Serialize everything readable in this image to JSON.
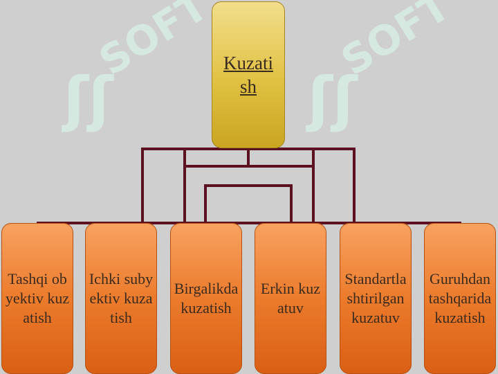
{
  "diagram": {
    "root": {
      "label": "Kuzatish"
    },
    "children": [
      {
        "label": "Tashqi obyektiv kuzatish"
      },
      {
        "label": "Ichki subyektiv kuzatish"
      },
      {
        "label": "Birgalikda kuzatish"
      },
      {
        "label": "Erkin kuzatuv"
      },
      {
        "label": "Standartlashtirilgan kuzatuv"
      },
      {
        "label": "Guruhdan tashqarida kuzatish"
      }
    ]
  },
  "watermark": {
    "text": "SOFT"
  },
  "colors": {
    "background": "#cfcfcf",
    "root_fill": "#e1c142",
    "child_fill": "#ec7b2c",
    "connector": "#5c1020"
  }
}
